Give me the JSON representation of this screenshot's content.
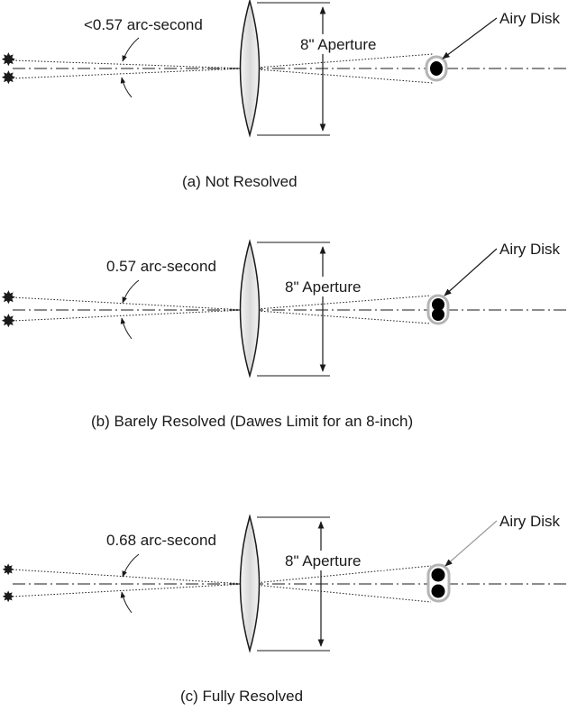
{
  "panels": [
    {
      "angle_label": "<0.57 arc-second",
      "aperture_label": "8\" Aperture",
      "airy_label": "Airy Disk",
      "caption": "(a) Not Resolved",
      "state": "not-resolved"
    },
    {
      "angle_label": "0.57 arc-second",
      "aperture_label": "8\" Aperture",
      "airy_label": "Airy Disk",
      "caption": "(b) Barely Resolved (Dawes Limit for an 8-inch)",
      "state": "barely-resolved"
    },
    {
      "angle_label": "0.68 arc-second",
      "aperture_label": "8\" Aperture",
      "airy_label": "Airy Disk",
      "caption": "(c)  Fully Resolved",
      "state": "fully-resolved"
    }
  ],
  "colors": {
    "ink": "#1a1a1a",
    "lens_fill": "#e6e6e6",
    "disk_halo": "#b4b4b4"
  }
}
